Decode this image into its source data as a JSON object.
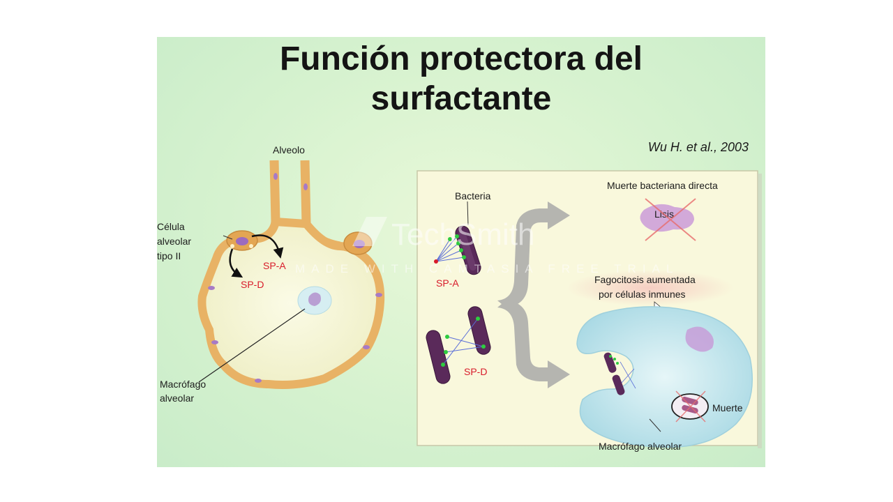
{
  "title": {
    "line1": "Función protectora del",
    "line2": "surfactante"
  },
  "citation": "Wu H. et al., 2003",
  "left_panel": {
    "alveolo": "Alveolo",
    "celula_line1": "Célula",
    "celula_line2": "alveolar",
    "celula_line3": "tipo II",
    "spa": "SP-A",
    "spd": "SP-D",
    "macrofago_line1": "Macrófago",
    "macrofago_line2": "alveolar"
  },
  "right_panel": {
    "bacteria": "Bacteria",
    "spa": "SP-A",
    "spd": "SP-D",
    "muerte_directa": "Muerte bacteriana directa",
    "lisis": "Lisis",
    "fagocitosis_line1": "Fagocitosis aumentada",
    "fagocitosis_line2": "por células inmunes",
    "muerte": "Muerte",
    "macrofago_alveolar": "Macrófago alveolar"
  },
  "watermark": {
    "brand": "TechSmith",
    "tagline": "MADE WITH CAMTASIA FREE TRIAL"
  },
  "colors": {
    "background": "#d6f2cf",
    "epithelium": "#e8b265",
    "alveolus_fill": "#f7f6d8",
    "bacteria": "#5a2a5a",
    "protein_red": "#d81b2a",
    "protein_green": "#2ecc40",
    "macrophage": "#bfe3ea",
    "arrow_gray": "#b5b5b0"
  }
}
